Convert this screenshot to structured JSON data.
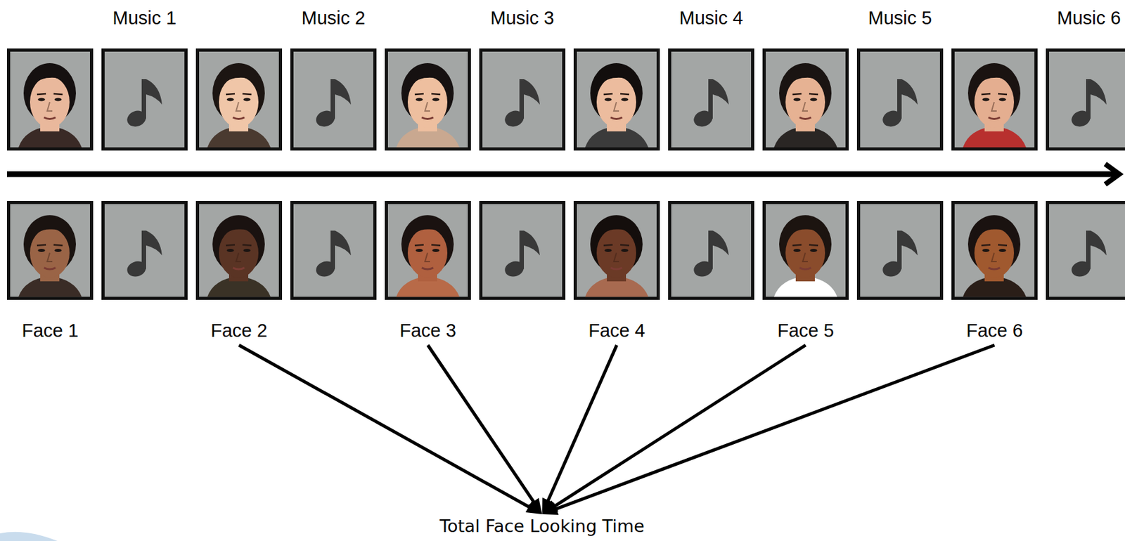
{
  "diagram": {
    "nodes": [
      {
        "text": [
          "Music 1"
        ]
      },
      {
        "text": [
          "Music 2"
        ]
      },
      {
        "text": [
          "Music 3"
        ]
      },
      {
        "text": [
          "Music 4"
        ]
      },
      {
        "text": [
          "Music 5"
        ]
      },
      {
        "text": [
          "Music 6"
        ]
      },
      {
        "text": [
          "Face 1"
        ]
      },
      {
        "text": [
          "Face 2"
        ]
      },
      {
        "text": [
          "Face 3"
        ]
      },
      {
        "text": [
          "Face 4"
        ]
      },
      {
        "text": [
          "Face 5"
        ]
      },
      {
        "text": [
          "Face 6"
        ]
      },
      {
        "text": [
          "Total Face Looking Time"
        ]
      }
    ],
    "edges": [
      {
        "from": 7,
        "to": 12,
        "arrow": "to"
      },
      {
        "from": 8,
        "to": 12,
        "arrow": "to"
      },
      {
        "from": 9,
        "to": 12,
        "arrow": "to"
      },
      {
        "from": 10,
        "to": 12,
        "arrow": "to"
      },
      {
        "from": 11,
        "to": 12,
        "arrow": "to"
      }
    ]
  }
}
